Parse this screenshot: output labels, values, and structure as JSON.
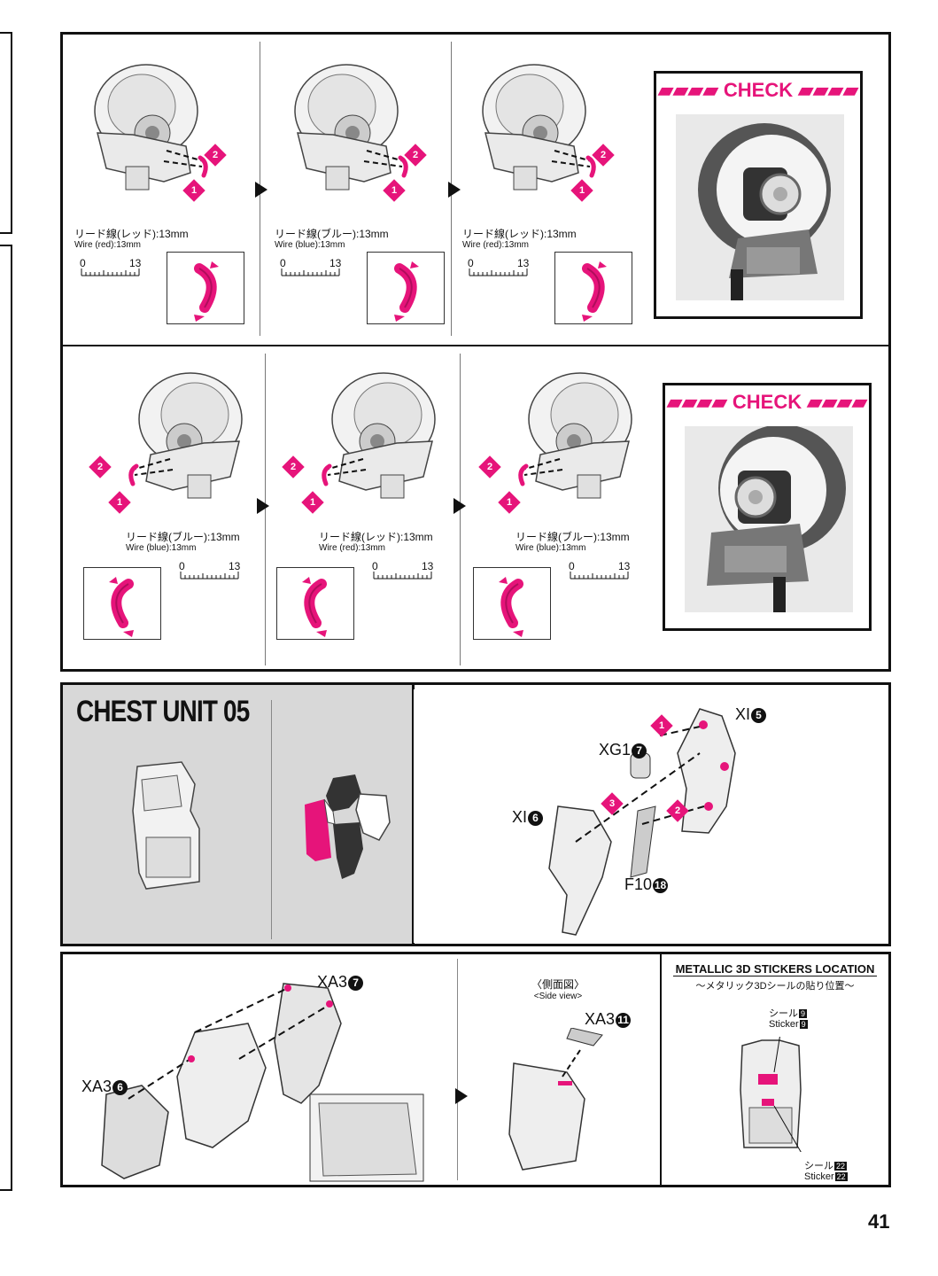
{
  "steps_row1": [
    {
      "wire_jp": "リード線(レッド):13mm",
      "wire_en": "Wire (red):13mm",
      "color": "#e6147a"
    },
    {
      "wire_jp": "リード線(ブルー):13mm",
      "wire_en": "Wire (blue):13mm",
      "color": "#e6147a"
    },
    {
      "wire_jp": "リード線(レッド):13mm",
      "wire_en": "Wire (red):13mm",
      "color": "#e6147a"
    }
  ],
  "steps_row2": [
    {
      "wire_jp": "リード線(ブルー):13mm",
      "wire_en": "Wire (blue):13mm"
    },
    {
      "wire_jp": "リード線(レッド):13mm",
      "wire_en": "Wire (red):13mm"
    },
    {
      "wire_jp": "リード線(ブルー):13mm",
      "wire_en": "Wire (blue):13mm"
    }
  ],
  "scale": {
    "start": "0",
    "end": "13"
  },
  "check_label": "CHECK",
  "step_numbers": [
    "1",
    "2",
    "3"
  ],
  "chest": {
    "title": "CHEST UNIT 05",
    "parts": {
      "xi5": "XI",
      "xi5_num": "5",
      "xg1": "XG1",
      "xg1_num": "7",
      "xi6": "XI",
      "xi6_num": "6",
      "f10": "F10",
      "f10_num": "18"
    }
  },
  "bottom": {
    "xa3_7": "XA3",
    "xa3_7_num": "7",
    "xa3_6": "XA3",
    "xa3_6_num": "6",
    "side_view_jp": "〈側面図〉",
    "side_view_en": "<Side view>",
    "xa3_11": "XA3",
    "xa3_11_num": "11",
    "stickers_title": "METALLIC 3D STICKERS LOCATION",
    "stickers_sub": "〜メタリック3Dシールの貼り位置〜",
    "sticker9_jp": "シール",
    "sticker9_en": "Sticker",
    "sticker9_num": "9",
    "sticker22_jp": "シール",
    "sticker22_en": "Sticker",
    "sticker22_num": "22"
  },
  "page_number": "41",
  "accent": "#e6147a"
}
